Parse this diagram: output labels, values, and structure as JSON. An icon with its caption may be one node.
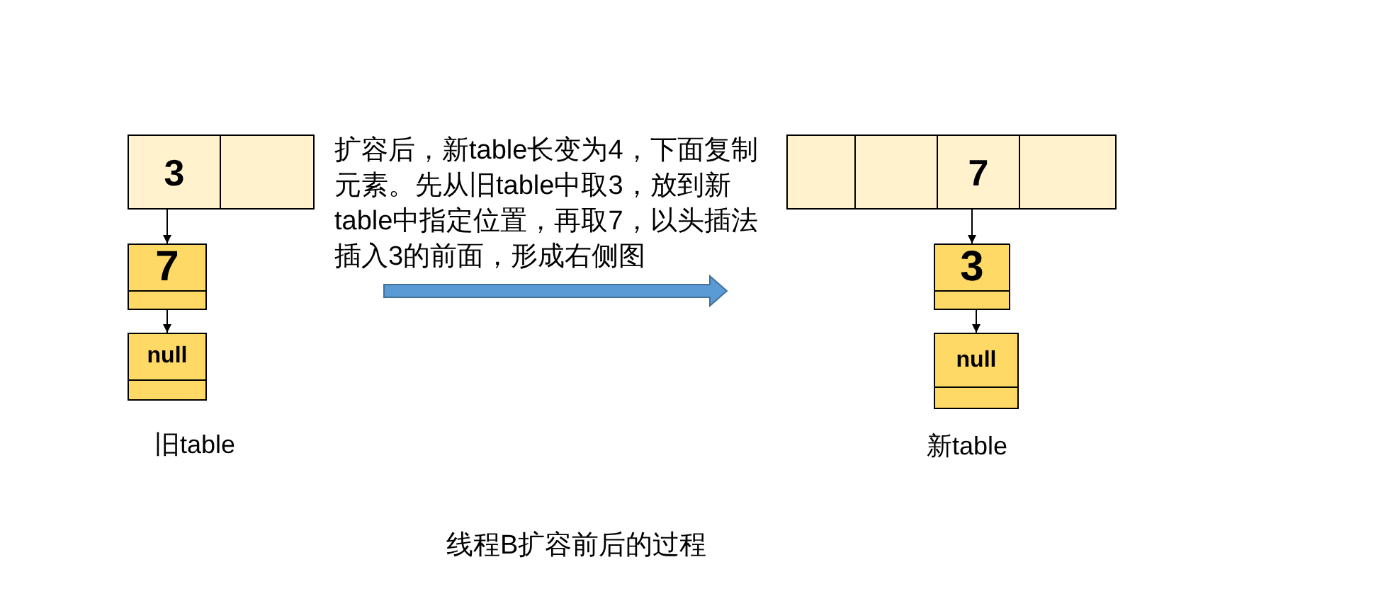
{
  "diagram": {
    "caption": "线程B扩容前后的过程",
    "nodes": [
      {
        "text": [
          "3"
        ]
      },
      {
        "text": [],
        "shape": "box"
      },
      {
        "text": [
          "7"
        ]
      },
      {
        "text": [
          "null"
        ]
      },
      {
        "text": [],
        "shape": "box"
      },
      {
        "text": [],
        "shape": "box"
      },
      {
        "text": [
          "7"
        ]
      },
      {
        "text": [],
        "shape": "box"
      },
      {
        "text": [
          "3"
        ]
      },
      {
        "text": [
          "null"
        ]
      }
    ],
    "edges": [
      {
        "from": 0,
        "to": 2,
        "arrow": "to"
      },
      {
        "from": 2,
        "to": 3,
        "arrow": "to"
      },
      {
        "from": 6,
        "to": 8,
        "arrow": "to"
      },
      {
        "from": 8,
        "to": 9,
        "arrow": "to"
      }
    ],
    "labels": [
      "扩容后，新table长变为4，下面复制元素。先从旧table中取3，放到新table中指定位置，再取7，以头插法插入3的前面，形成右侧图",
      "旧table",
      "新table"
    ]
  }
}
